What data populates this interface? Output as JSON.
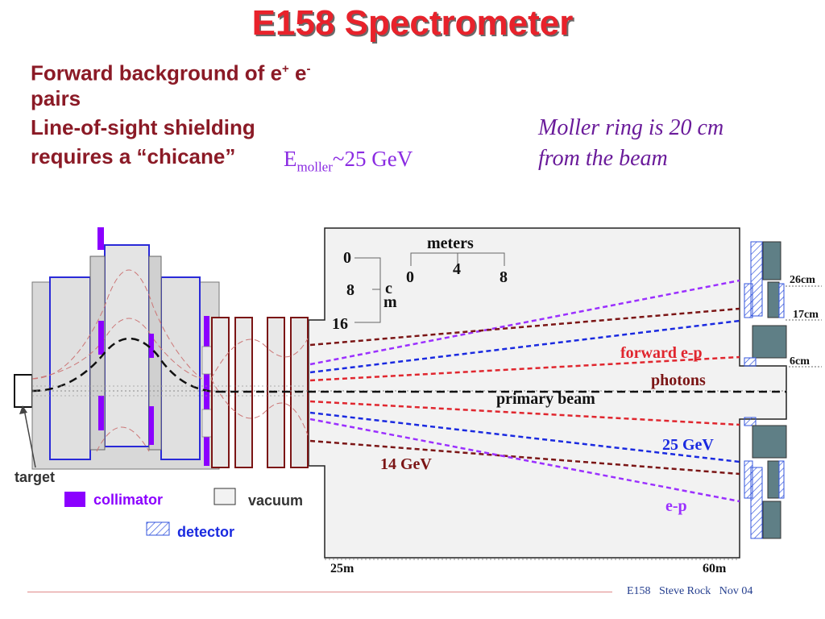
{
  "title": "E158 Spectrometer",
  "bullets": {
    "line1_text": "Forward background of e",
    "line1_sup1": "+",
    "line1_gap": " e",
    "line1_sup2": "-",
    "line2": "pairs",
    "line3": "Line-of-sight shielding",
    "line4": "requires a  “chicane”"
  },
  "energy_label": {
    "main": "E",
    "sub": "moller",
    "value": "~25 GeV"
  },
  "moller_note": {
    "line1": "Moller ring is 20 cm",
    "line2": "from the beam"
  },
  "diagram": {
    "scale_meters": {
      "label": "meters",
      "ticks": [
        "0",
        "4",
        "8"
      ]
    },
    "scale_cm": {
      "ticks": [
        "0",
        "8",
        "16"
      ],
      "unit_c": "c",
      "unit_m": "m"
    },
    "ring_labels": [
      "26cm",
      "17cm",
      "6cm"
    ],
    "trajectory_labels": {
      "forward_ep": "forward e-p",
      "photons": "photons",
      "primary_beam": "primary beam",
      "gev25": "25 GeV",
      "gev14": "14 GeV",
      "ep": "e-p"
    },
    "distance_labels": {
      "start": "25m",
      "end": "60m"
    },
    "legend": {
      "target": "target",
      "collimator": "collimator",
      "vacuum": "vacuum",
      "detector": "detector"
    },
    "colors": {
      "collimator": "#8b00ff",
      "magnet_outline": "#2a2ad8",
      "maroon": "#7b1515",
      "forward_ep": "#e0262e",
      "ep_blue": "#1a2ae0",
      "ep_purple": "#9b30ff",
      "detector": "#5f7f86"
    }
  },
  "footer": "E158   Steve Rock   Nov 04"
}
